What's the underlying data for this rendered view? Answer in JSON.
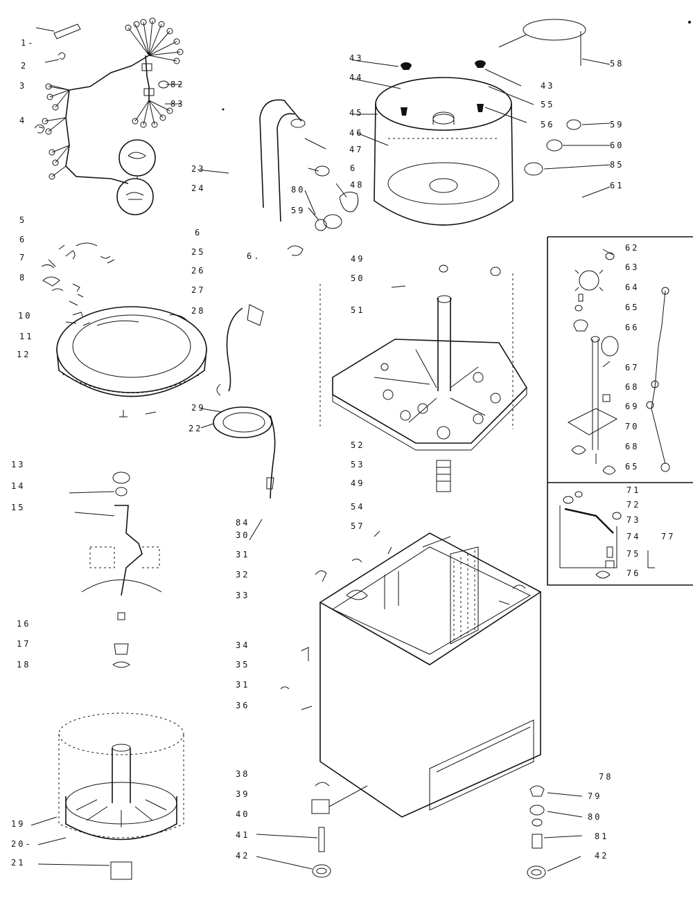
{
  "labels": [
    {
      "id": "1",
      "text": "1-"
    },
    {
      "id": "2",
      "text": "2"
    },
    {
      "id": "3",
      "text": "3"
    },
    {
      "id": "4",
      "text": "4"
    },
    {
      "id": "5",
      "text": "5"
    },
    {
      "id": "6a",
      "text": "6"
    },
    {
      "id": "7",
      "text": "7"
    },
    {
      "id": "8",
      "text": "8"
    },
    {
      "id": "10",
      "text": "10"
    },
    {
      "id": "11",
      "text": "11"
    },
    {
      "id": "12",
      "text": "12"
    },
    {
      "id": "13",
      "text": "13"
    },
    {
      "id": "14",
      "text": "14"
    },
    {
      "id": "15",
      "text": "15"
    },
    {
      "id": "16",
      "text": "16"
    },
    {
      "id": "17",
      "text": "17"
    },
    {
      "id": "18",
      "text": "18"
    },
    {
      "id": "19",
      "text": "19"
    },
    {
      "id": "20",
      "text": "20-"
    },
    {
      "id": "21",
      "text": "21"
    },
    {
      "id": "22",
      "text": "22"
    },
    {
      "id": "23",
      "text": "23"
    },
    {
      "id": "24",
      "text": "24"
    },
    {
      "id": "6b",
      "text": "6"
    },
    {
      "id": "25",
      "text": "25"
    },
    {
      "id": "26",
      "text": "26"
    },
    {
      "id": "27",
      "text": "27"
    },
    {
      "id": "28",
      "text": "28"
    },
    {
      "id": "29",
      "text": "29"
    },
    {
      "id": "6c",
      "text": "6."
    },
    {
      "id": "84",
      "text": "84"
    },
    {
      "id": "30",
      "text": "30"
    },
    {
      "id": "31a",
      "text": "31"
    },
    {
      "id": "32",
      "text": "32"
    },
    {
      "id": "33",
      "text": "33"
    },
    {
      "id": "34",
      "text": "34"
    },
    {
      "id": "35",
      "text": "35"
    },
    {
      "id": "31b",
      "text": "31"
    },
    {
      "id": "36",
      "text": "36"
    },
    {
      "id": "38a",
      "text": "38"
    },
    {
      "id": "39",
      "text": "39"
    },
    {
      "id": "40",
      "text": "40"
    },
    {
      "id": "41",
      "text": "41"
    },
    {
      "id": "42a",
      "text": "42"
    },
    {
      "id": "43a",
      "text": "43"
    },
    {
      "id": "44",
      "text": "44"
    },
    {
      "id": "45",
      "text": "45"
    },
    {
      "id": "46",
      "text": "46"
    },
    {
      "id": "47",
      "text": "47"
    },
    {
      "id": "6d",
      "text": "6"
    },
    {
      "id": "48",
      "text": "48"
    },
    {
      "id": "80a",
      "text": "80"
    },
    {
      "id": "59a",
      "text": "59"
    },
    {
      "id": "49a",
      "text": "49"
    },
    {
      "id": "50",
      "text": "50"
    },
    {
      "id": "51",
      "text": "51"
    },
    {
      "id": "52",
      "text": "52"
    },
    {
      "id": "53",
      "text": "53"
    },
    {
      "id": "49b",
      "text": "49"
    },
    {
      "id": "54",
      "text": "54"
    },
    {
      "id": "57",
      "text": "57"
    },
    {
      "id": "43b",
      "text": "43"
    },
    {
      "id": "55",
      "text": "55"
    },
    {
      "id": "56",
      "text": "56"
    },
    {
      "id": "58",
      "text": "58"
    },
    {
      "id": "59b",
      "text": "59"
    },
    {
      "id": "60",
      "text": "60"
    },
    {
      "id": "85",
      "text": "85"
    },
    {
      "id": "61",
      "text": "61"
    },
    {
      "id": "82",
      "text": "82"
    },
    {
      "id": "83",
      "text": "83"
    },
    {
      "id": "62",
      "text": "62"
    },
    {
      "id": "63",
      "text": "63"
    },
    {
      "id": "64",
      "text": "64"
    },
    {
      "id": "65a",
      "text": "65"
    },
    {
      "id": "66",
      "text": "66"
    },
    {
      "id": "67",
      "text": "67"
    },
    {
      "id": "68a",
      "text": "68"
    },
    {
      "id": "69",
      "text": "69"
    },
    {
      "id": "70",
      "text": "70"
    },
    {
      "id": "68b",
      "text": "68"
    },
    {
      "id": "65b",
      "text": "65"
    },
    {
      "id": "71",
      "text": "71"
    },
    {
      "id": "72",
      "text": "72"
    },
    {
      "id": "73",
      "text": "73"
    },
    {
      "id": "74",
      "text": "74"
    },
    {
      "id": "77",
      "text": "77"
    },
    {
      "id": "75",
      "text": "75"
    },
    {
      "id": "76",
      "text": "76"
    },
    {
      "id": "78a",
      "text": "78"
    },
    {
      "id": "79",
      "text": "79"
    },
    {
      "id": "80b",
      "text": "80"
    },
    {
      "id": "81",
      "text": "81"
    },
    {
      "id": "42b",
      "text": "42"
    }
  ]
}
